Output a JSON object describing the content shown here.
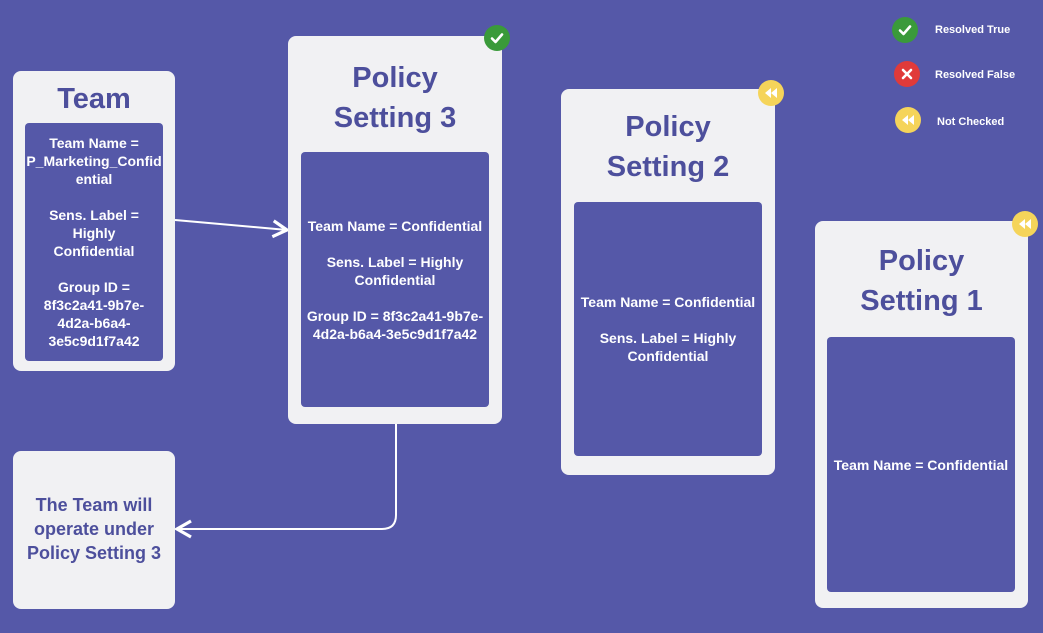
{
  "team": {
    "title": "Team",
    "name_line": "Team Name =\nP_Marketing_Confid\nential",
    "label_line": "Sens. Label = Highly\nConfidential",
    "group_line": "Group ID =\n8f3c2a41-9b7e-\n4d2a-b6a4-\n3e5c9d1f7a42"
  },
  "policy3": {
    "title": "Policy\nSetting 3",
    "name_line": "Team Name = Confidential",
    "label_line": "Sens. Label = Highly\nConfidential",
    "group_line": "Group ID = 8f3c2a41-9b7e-\n4d2a-b6a4-3e5c9d1f7a42",
    "status": "resolved-true"
  },
  "policy2": {
    "title": "Policy\nSetting 2",
    "name_line": "Team Name = Confidential",
    "label_line": "Sens. Label = Highly\nConfidential",
    "status": "not-checked"
  },
  "policy1": {
    "title": "Policy\nSetting 1",
    "name_line": "Team Name = Confidential",
    "status": "not-checked"
  },
  "outcome": {
    "text": "The Team will\noperate under\nPolicy Setting 3"
  },
  "legend": {
    "resolved_true": "Resolved True",
    "resolved_false": "Resolved False",
    "not_checked": "Not Checked"
  },
  "colors": {
    "background": "#5558a8",
    "card": "#f1f1f3",
    "accent_text": "#4d4f9c",
    "resolved_true": "#3a9a3a",
    "resolved_false": "#e03a3a",
    "not_checked": "#f5d45a"
  },
  "icons": {
    "resolved_true": "check-circle-icon",
    "resolved_false": "x-circle-icon",
    "not_checked": "rewind-circle-icon"
  }
}
